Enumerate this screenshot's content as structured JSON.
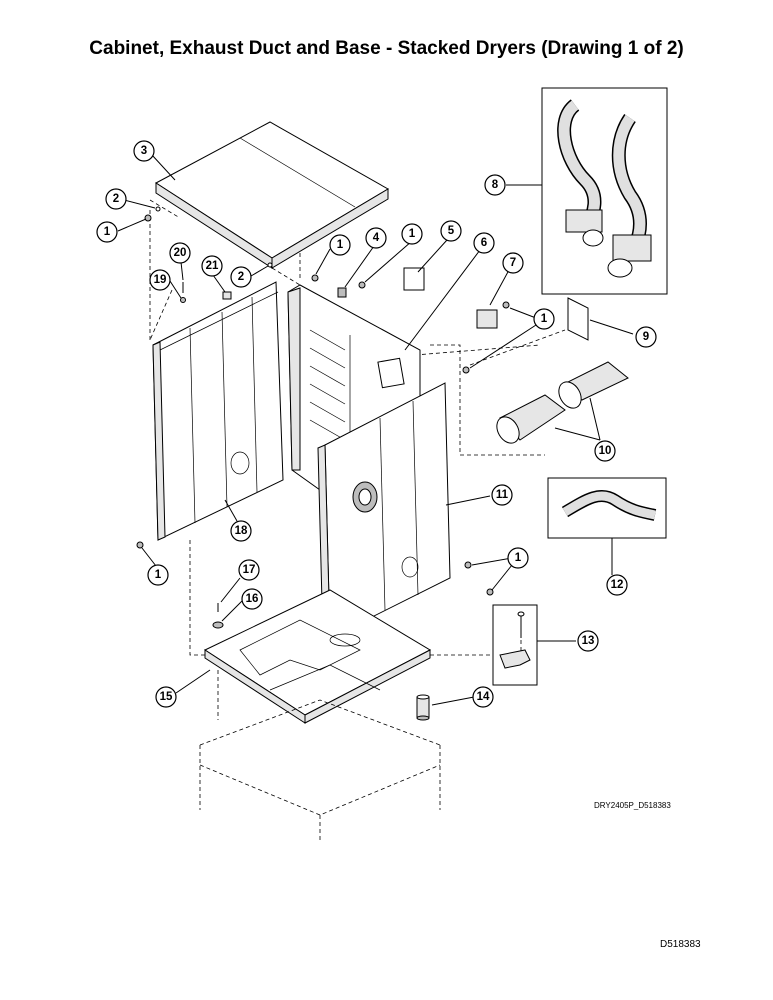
{
  "title": "Cabinet, Exhaust Duct and Base - Stacked Dryers (Drawing 1 of 2)",
  "drawing_code": "DRY2405P_D518383",
  "document_number": "D518383",
  "callouts": [
    "1",
    "2",
    "3",
    "4",
    "5",
    "6",
    "7",
    "8",
    "9",
    "10",
    "11",
    "12",
    "13",
    "14",
    "15",
    "16",
    "17",
    "18",
    "19",
    "20",
    "21"
  ]
}
